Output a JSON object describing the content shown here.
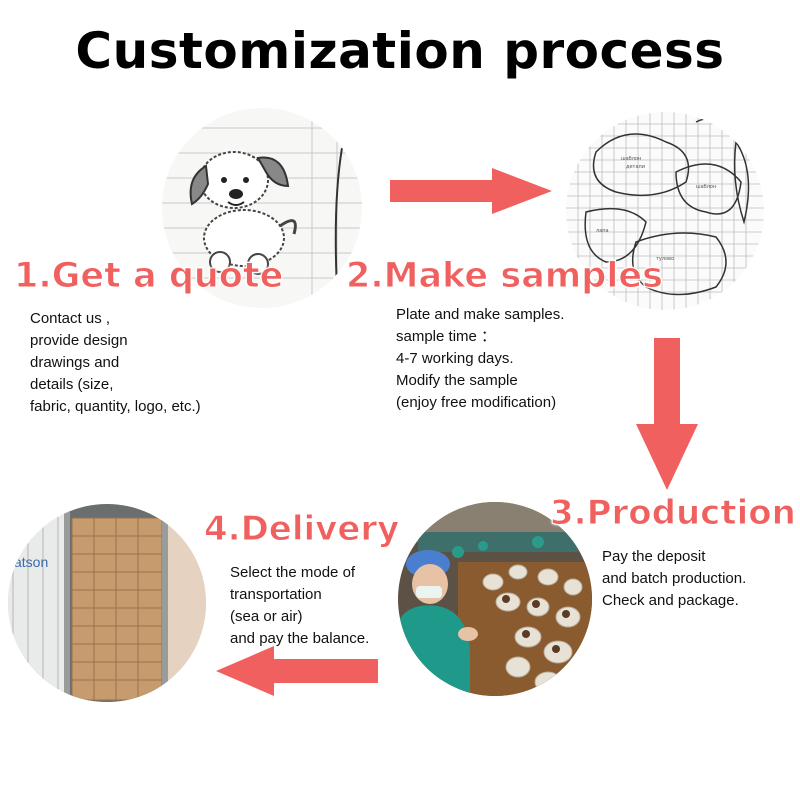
{
  "title": "Customization process",
  "accent_color": "#f0605f",
  "steps": [
    {
      "label": "1.Get a quote",
      "description": "Contact us ,\nprovide design\ndrawings and\ndetails (size,\nfabric, quantity, logo, etc.)",
      "image": "plush-dog-sketch"
    },
    {
      "label": "2.Make samples",
      "description": "Plate and make samples.\n sample time ：\n 4-7 working days.\nModify the sample\n(enjoy free modification)",
      "image": "sewing-pattern-sheet"
    },
    {
      "label": "3.Production",
      "description": "Pay the deposit\nand batch production.\nCheck and package.",
      "image": "factory-workers"
    },
    {
      "label": "4.Delivery",
      "description": "Select the mode of\ntransportation\n(sea or air)\nand pay the balance.",
      "image": "loaded-shipping-container"
    }
  ],
  "container_text": "atson"
}
